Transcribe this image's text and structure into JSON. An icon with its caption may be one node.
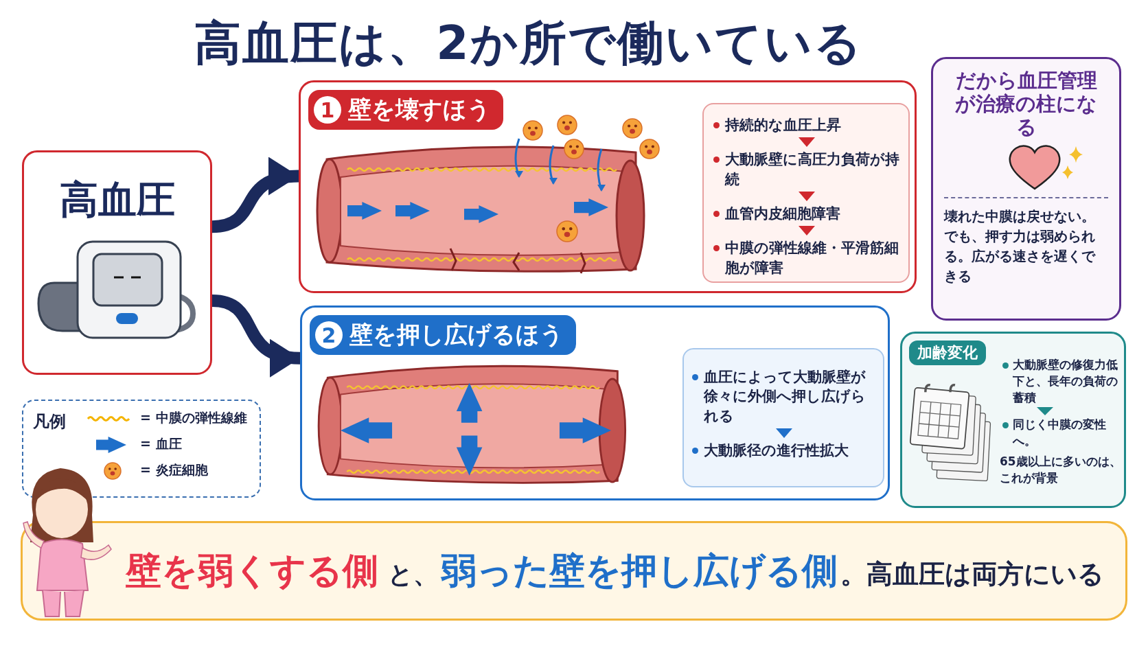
{
  "diagram": {
    "title": "高血圧は、2か所で働いている",
    "nodes": [
      {
        "text": [
          "高血圧"
        ]
      },
      {
        "text": [
          "1",
          "壁を壊すほう"
        ]
      },
      {
        "text": [
          "持続的な血圧上昇",
          "大動脈壁に高圧力負荷が持続",
          "血管内皮細胞障害",
          "中膜の弾性線維・平滑筋細胞が障害"
        ],
        "in": 1
      },
      {
        "text": [
          "2",
          "壁を押し広げるほう"
        ]
      },
      {
        "text": [
          "血圧によって大動脈壁が徐々に外側へ押し広げられる",
          "大動脈径の進行性拡大"
        ],
        "in": 3
      },
      {
        "text": [
          "だから血圧管理が治療の柱になる",
          "壊れた中膜は戻せない。でも、押す力は弱められる。広がる速さを遅くできる"
        ]
      },
      {
        "text": [
          "加齢変化",
          "大動脈壁の修復力低下と、長年の負荷の蓄積",
          "同じく中膜の変性へ。",
          "65歳以上に多いのは、これが背景"
        ]
      },
      {
        "text": [
          "壁を弱くする側",
          "と、",
          "弱った壁を押し広げる側",
          "。高血圧は両方にいる"
        ]
      }
    ],
    "edges": [
      {
        "from": 0,
        "to": 1,
        "arrow": "to"
      },
      {
        "from": 0,
        "to": 3,
        "arrow": "to"
      }
    ],
    "labels": [
      "凡例"
    ],
    "legend": [
      {
        "text": "= 中膜の弾性線維"
      },
      {
        "text": "= 血圧"
      },
      {
        "text": "= 炎症細胞"
      }
    ]
  }
}
